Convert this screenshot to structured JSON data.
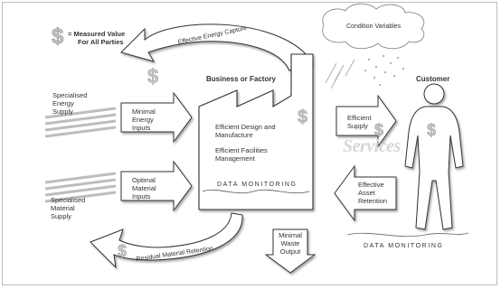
{
  "legend": {
    "symbol": "$",
    "text_line1": "= Measured Value",
    "text_line2": "For All Parties"
  },
  "labels": {
    "effective_energy_capture": "Effective Energy Capture",
    "condition_variables": "Condition Variables",
    "business_or_factory": "Business or Factory",
    "customer": "Customer",
    "specialised_energy_supply": [
      "Specialised",
      "Energy",
      "Supply"
    ],
    "minimal_energy_inputs": [
      "Minimal",
      "Energy",
      "Inputs"
    ],
    "efficient_design": [
      "Efficient Design and",
      "Manufacture"
    ],
    "efficient_facilities": [
      "Efficient Facilities",
      "Management"
    ],
    "data_monitoring_factory": "DATA MONITORING",
    "efficient_supply": [
      "Efficient",
      "Supply"
    ],
    "services": "Services",
    "effective_asset_retention": [
      "Effective",
      "Asset",
      "Retention"
    ],
    "specialised_material_supply": [
      "Specialised",
      "Material",
      "Supply"
    ],
    "optimal_material_inputs": [
      "Optimal",
      "Material",
      "Inputs"
    ],
    "minimal_waste_output": [
      "Minimal",
      "Waste",
      "Output"
    ],
    "residual_material_retention": "Residual Material Retention",
    "data_monitoring_customer": "DATA MONITORING"
  },
  "colors": {
    "stroke": "#333333",
    "gray_fill": "#b9b9b9",
    "light_gray": "#d6d6d6"
  }
}
